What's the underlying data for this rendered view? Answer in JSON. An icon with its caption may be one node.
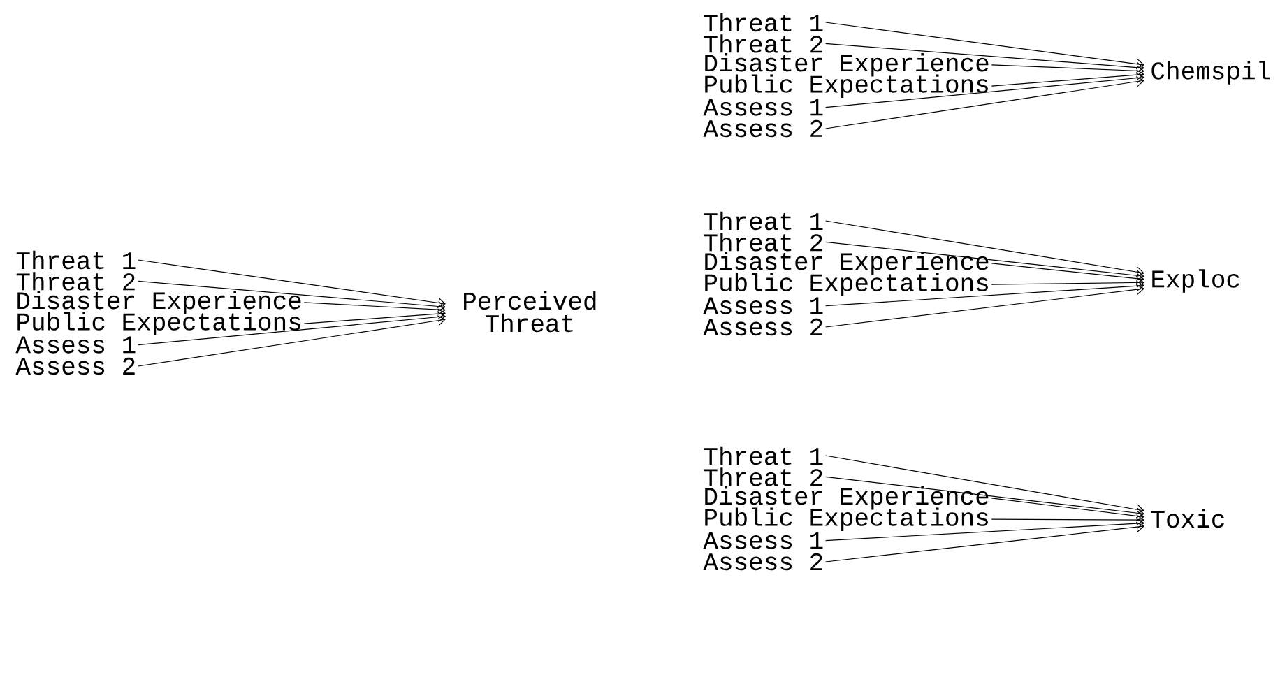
{
  "diagram": {
    "nodes": [
      {
        "text": [
          "Threat 1"
        ]
      },
      {
        "text": [
          "Threat 2"
        ]
      },
      {
        "text": [
          "Disaster Experience"
        ]
      },
      {
        "text": [
          "Public Expectations"
        ]
      },
      {
        "text": [
          "Assess 1"
        ]
      },
      {
        "text": [
          "Assess 2"
        ]
      },
      {
        "text": [
          "Perceived Threat"
        ]
      },
      {
        "text": [
          "Threat 1"
        ]
      },
      {
        "text": [
          "Threat 2"
        ]
      },
      {
        "text": [
          "Disaster Experience"
        ]
      },
      {
        "text": [
          "Public Expectations"
        ]
      },
      {
        "text": [
          "Assess 1"
        ]
      },
      {
        "text": [
          "Assess 2"
        ]
      },
      {
        "text": [
          "Chemspil"
        ]
      },
      {
        "text": [
          "Threat 1"
        ]
      },
      {
        "text": [
          "Threat 2"
        ]
      },
      {
        "text": [
          "Disaster Experience"
        ]
      },
      {
        "text": [
          "Public Expectations"
        ]
      },
      {
        "text": [
          "Assess 1"
        ]
      },
      {
        "text": [
          "Assess 2"
        ]
      },
      {
        "text": [
          "Exploc"
        ]
      },
      {
        "text": [
          "Threat 1"
        ]
      },
      {
        "text": [
          "Threat 2"
        ]
      },
      {
        "text": [
          "Disaster Experience"
        ]
      },
      {
        "text": [
          "Public Expectations"
        ]
      },
      {
        "text": [
          "Assess 1"
        ]
      },
      {
        "text": [
          "Assess 2"
        ]
      },
      {
        "text": [
          "Toxic"
        ]
      }
    ],
    "edges": [
      {
        "from": 0,
        "to": 6,
        "arrow": "to"
      },
      {
        "from": 1,
        "to": 6,
        "arrow": "to"
      },
      {
        "from": 2,
        "to": 6,
        "arrow": "to"
      },
      {
        "from": 3,
        "to": 6,
        "arrow": "to"
      },
      {
        "from": 4,
        "to": 6,
        "arrow": "to"
      },
      {
        "from": 5,
        "to": 6,
        "arrow": "to"
      },
      {
        "from": 7,
        "to": 13,
        "arrow": "to"
      },
      {
        "from": 8,
        "to": 13,
        "arrow": "to"
      },
      {
        "from": 9,
        "to": 13,
        "arrow": "to"
      },
      {
        "from": 10,
        "to": 13,
        "arrow": "to"
      },
      {
        "from": 11,
        "to": 13,
        "arrow": "to"
      },
      {
        "from": 12,
        "to": 13,
        "arrow": "to"
      },
      {
        "from": 14,
        "to": 20,
        "arrow": "to"
      },
      {
        "from": 15,
        "to": 20,
        "arrow": "to"
      },
      {
        "from": 16,
        "to": 20,
        "arrow": "to"
      },
      {
        "from": 17,
        "to": 20,
        "arrow": "to"
      },
      {
        "from": 18,
        "to": 20,
        "arrow": "to"
      },
      {
        "from": 19,
        "to": 20,
        "arrow": "to"
      },
      {
        "from": 21,
        "to": 27,
        "arrow": "to"
      },
      {
        "from": 22,
        "to": 27,
        "arrow": "to"
      },
      {
        "from": 23,
        "to": 27,
        "arrow": "to"
      },
      {
        "from": 24,
        "to": 27,
        "arrow": "to"
      },
      {
        "from": 25,
        "to": 27,
        "arrow": "to"
      },
      {
        "from": 26,
        "to": 27,
        "arrow": "to"
      }
    ]
  }
}
